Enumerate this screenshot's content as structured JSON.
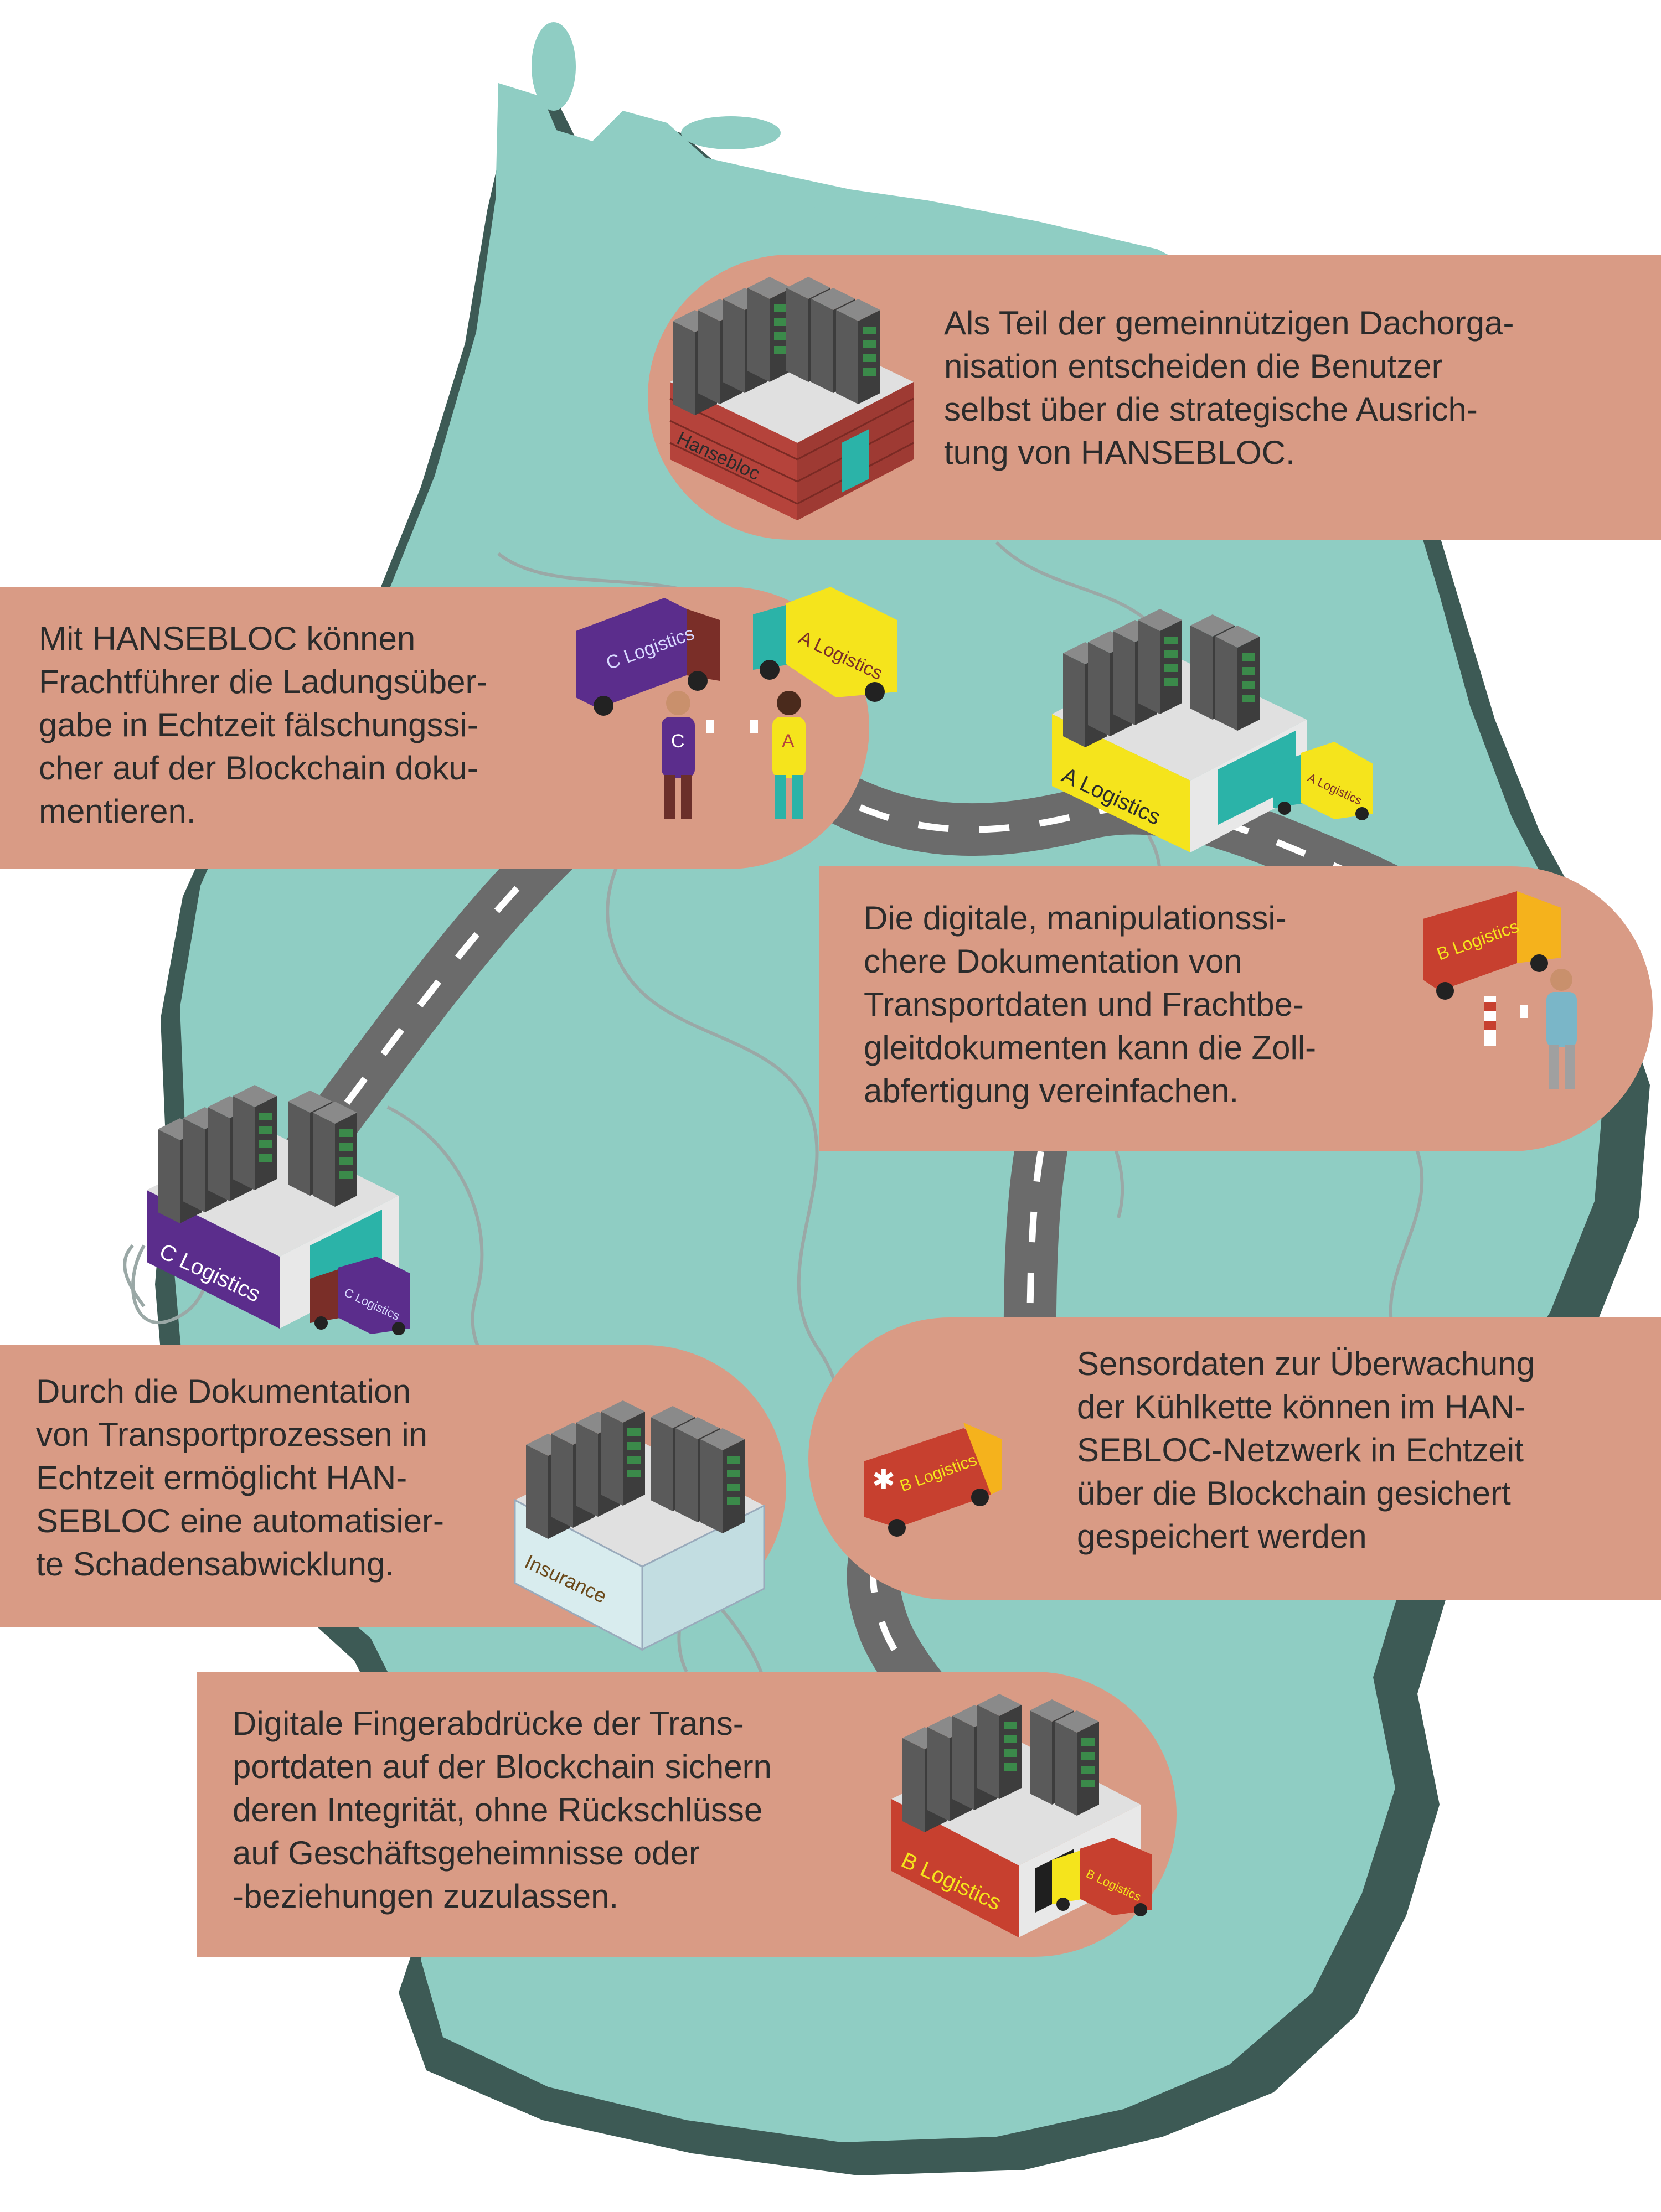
{
  "panels": {
    "hansebloc": {
      "lines": [
        "Als Teil der gemeinnützigen Dachorga-",
        "nisation entscheiden die Benutzer",
        "selbst über die strategische Ausrich-",
        "tung von HANSEBLOC."
      ]
    },
    "carriers": {
      "lines": [
        "Mit HANSEBLOC können",
        "Frachtführer die Ladungsüber-",
        "gabe in Echtzeit fälschungssi-",
        "cher auf der Blockchain doku-",
        "mentieren."
      ]
    },
    "customs": {
      "lines": [
        "Die digitale, manipulationssi-",
        "chere Dokumentation von",
        "Transportdaten und Frachtbe-",
        "gleitdokumenten kann die Zoll-",
        "abfertigung vereinfachen."
      ]
    },
    "insurance": {
      "lines": [
        "Durch die Dokumentation",
        "von Transportprozessen in",
        "Echtzeit ermöglicht HAN-",
        "SEBLOC eine automatisier-",
        "te Schadensabwicklung."
      ]
    },
    "coldchain": {
      "lines": [
        "Sensordaten zur Überwachung",
        "der Kühlkette können im HAN-",
        "SEBLOC-Netzwerk in Echtzeit",
        "über die Blockchain gesichert",
        "gespeichert werden"
      ]
    },
    "fingerprints": {
      "lines": [
        "Digitale Fingerabdrücke der Trans-",
        "portdaten auf der Blockchain sichern",
        "deren Integrität, ohne Rückschlüsse",
        "auf Geschäftsgeheimnisse oder",
        "-beziehungen zuzulassen."
      ]
    }
  },
  "labels": {
    "hansebloc_sign": "Hansebloc",
    "c_truck": "C Logistics",
    "a_truck": "A Logistics",
    "a_depot": "A Logistics",
    "a_depot_truck": "A Logistics",
    "b_truck_customs": "B Logistics",
    "c_depot": "C Logistics",
    "c_depot_truck": "C Logistics",
    "insurance_sign": "Insurance",
    "b_truck_cold": "B Logistics",
    "b_depot": "B Logistics",
    "b_depot_truck": "B Logistics",
    "person_c_letter": "C",
    "person_a_letter": "A"
  },
  "colors": {
    "map": "#8fcdc3",
    "map_shadow": "#3d5a55",
    "panel": "#d99b85",
    "road": "#6b6b6b",
    "road_marking": "#ffffff",
    "brick": "#b5433b",
    "purple": "#5b2d8c",
    "yellow": "#f5e41c",
    "teal": "#2bb3a8",
    "red_truck": "#c7402f",
    "glass": "#d8ecee"
  }
}
